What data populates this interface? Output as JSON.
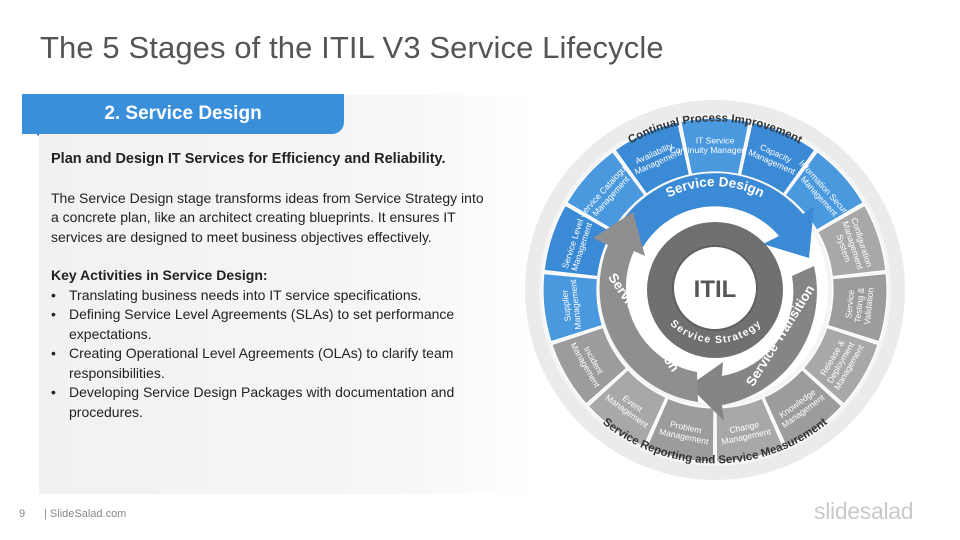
{
  "page": {
    "title": "The 5 Stages of the ITIL V3 Service Lifecycle"
  },
  "section": {
    "tab_label": "2. Service Design",
    "lead": "Plan and Design IT Services for Efficiency and Reliability.",
    "description": "The Service Design stage transforms ideas from Service Strategy into a concrete plan, like an architect creating blueprints. It ensures IT services are designed to meet business objectives effectively.",
    "activities_title": "Key Activities in Service Design:",
    "activities": [
      "Translating business needs into IT service specifications.",
      "Defining Service Level Agreements (SLAs) to set performance expectations.",
      "Creating Operational Level Agreements (OLAs) to clarify team responsibilities.",
      "Developing Service Design Packages with documentation and procedures."
    ]
  },
  "diagram": {
    "center_label": "ITIL",
    "center_sub": "Service Strategy",
    "arrows": [
      "Service Design",
      "Service Transition",
      "Service Operation"
    ],
    "outer_top": "Continual Process Improvement",
    "outer_bottom": "Service Reporting and Service Measurement",
    "segments": [
      {
        "lines": [
          "Supplier",
          "Management"
        ],
        "color": "#4a98de"
      },
      {
        "lines": [
          "Service Level",
          "Management"
        ],
        "color": "#3b8ad5"
      },
      {
        "lines": [
          "Service Catalogue",
          "Management"
        ],
        "color": "#4a98de"
      },
      {
        "lines": [
          "Availability",
          "Management"
        ],
        "color": "#3b8ad5"
      },
      {
        "lines": [
          "IT Service",
          "Continuity Management"
        ],
        "color": "#4a98de"
      },
      {
        "lines": [
          "Capacity",
          "Management"
        ],
        "color": "#3b8ad5"
      },
      {
        "lines": [
          "Information Security",
          "Management"
        ],
        "color": "#4a98de"
      },
      {
        "lines": [
          "Configuration",
          "Management",
          "System"
        ],
        "color": "#a8a8a8"
      },
      {
        "lines": [
          "Service",
          "Testing &",
          "Validation"
        ],
        "color": "#9c9c9c"
      },
      {
        "lines": [
          "Release &",
          "Deployment",
          "Management"
        ],
        "color": "#a8a8a8"
      },
      {
        "lines": [
          "Knowledge",
          "Management"
        ],
        "color": "#9c9c9c"
      },
      {
        "lines": [
          "Change",
          "Management"
        ],
        "color": "#a8a8a8"
      },
      {
        "lines": [
          "Problem",
          "Management"
        ],
        "color": "#9c9c9c"
      },
      {
        "lines": [
          "Event",
          "Management"
        ],
        "color": "#a8a8a8"
      },
      {
        "lines": [
          "Incident",
          "Management"
        ],
        "color": "#9c9c9c"
      }
    ]
  },
  "footer": {
    "page_number": "9",
    "brand": "| SlideSalad.com",
    "logo": "slidesalad"
  }
}
